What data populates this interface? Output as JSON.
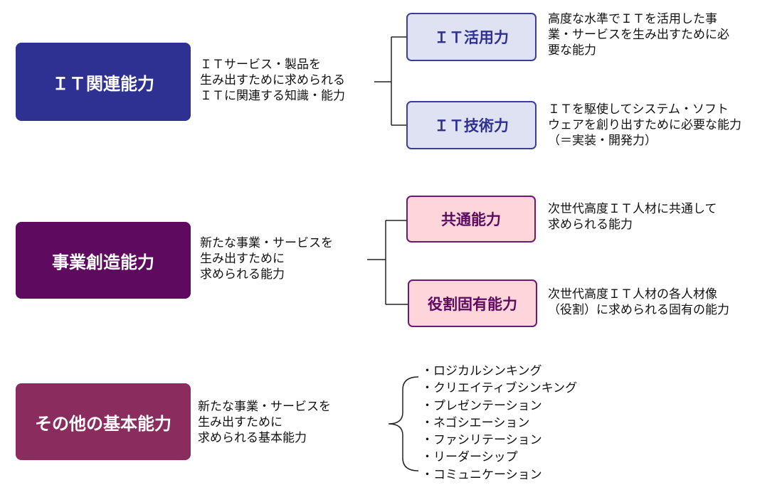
{
  "colors": {
    "it_main": "#2e3192",
    "biz_main": "#5e0a5e",
    "basic_main": "#8b2c5e",
    "it_sub_bg": "#dfe2f2",
    "it_sub_border": "#3b3f99",
    "it_sub_text": "#2e3192",
    "biz_sub_bg": "#fdd5da",
    "biz_sub_border": "#6d1a6d",
    "biz_sub_text": "#5e0a5e"
  },
  "it": {
    "title": "ＩＴ関連能力",
    "desc": [
      "ＩＴサービス・製品を",
      "生み出すために求められる",
      "ＩＴに関連する知識・能力"
    ],
    "sub1": {
      "label": "ＩＴ活用力",
      "desc": [
        "高度な水準でＩＴを活用した事",
        "業・サービスを生み出すために必",
        "要な能力"
      ]
    },
    "sub2": {
      "label": "ＩＴ技術力",
      "desc": [
        "ＩＴを駆使してシステム・ソフト",
        "ウェアを創り出すために必要な能力",
        "（＝実装・開発力）"
      ]
    }
  },
  "biz": {
    "title": "事業創造能力",
    "desc": [
      "新たな事業・サービスを",
      "生み出すために",
      "求められる能力"
    ],
    "sub1": {
      "label": "共通能力",
      "desc": [
        "次世代高度ＩＴ人材に共通して",
        "求められる能力"
      ]
    },
    "sub2": {
      "label": "役割固有能力",
      "desc": [
        "次世代高度ＩＴ人材の各人材像",
        "（役割）に求められる固有の能力"
      ]
    }
  },
  "basic": {
    "title": "その他の基本能力",
    "desc": [
      "新たな事業・サービスを",
      "生み出すために",
      "求められる基本能力"
    ],
    "items": [
      "・ロジカルシンキング",
      "・クリエイティブシンキング",
      "・プレゼンテーション",
      "・ネゴシエーション",
      "・ファシリテーション",
      "・リーダーシップ",
      "・コミュニケーション"
    ]
  }
}
